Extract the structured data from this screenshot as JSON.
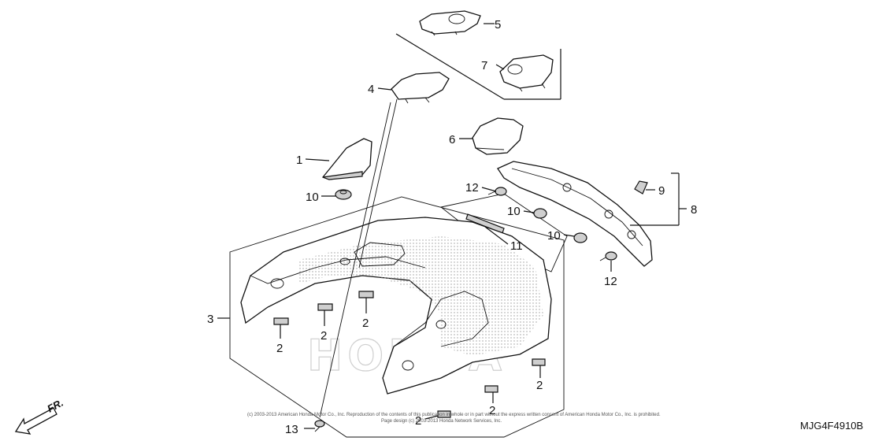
{
  "diagram": {
    "callouts": {
      "c1": "1",
      "c2a": "2",
      "c2b": "2",
      "c2c": "2",
      "c2d": "2",
      "c2e": "2",
      "c2f": "2",
      "c3": "3",
      "c4": "4",
      "c5": "5",
      "c6": "6",
      "c7": "7",
      "c8": "8",
      "c9": "9",
      "c10a": "10",
      "c10b": "10",
      "c10c": "10",
      "c11": "11",
      "c12a": "12",
      "c12b": "12",
      "c13": "13"
    },
    "watermark": "HONDA",
    "copyright_line1": "(c) 2003-2013 American Honda Motor Co., Inc. Reproduction of the contents of this publication in whole or in part without the express written consent of American Honda Motor Co., Inc. is prohibited.",
    "copyright_line2": "Page design (c) 2003-2013 Honda Network Services, Inc.",
    "direction_label": "FR.",
    "diagram_code": "MJG4F4910B"
  }
}
